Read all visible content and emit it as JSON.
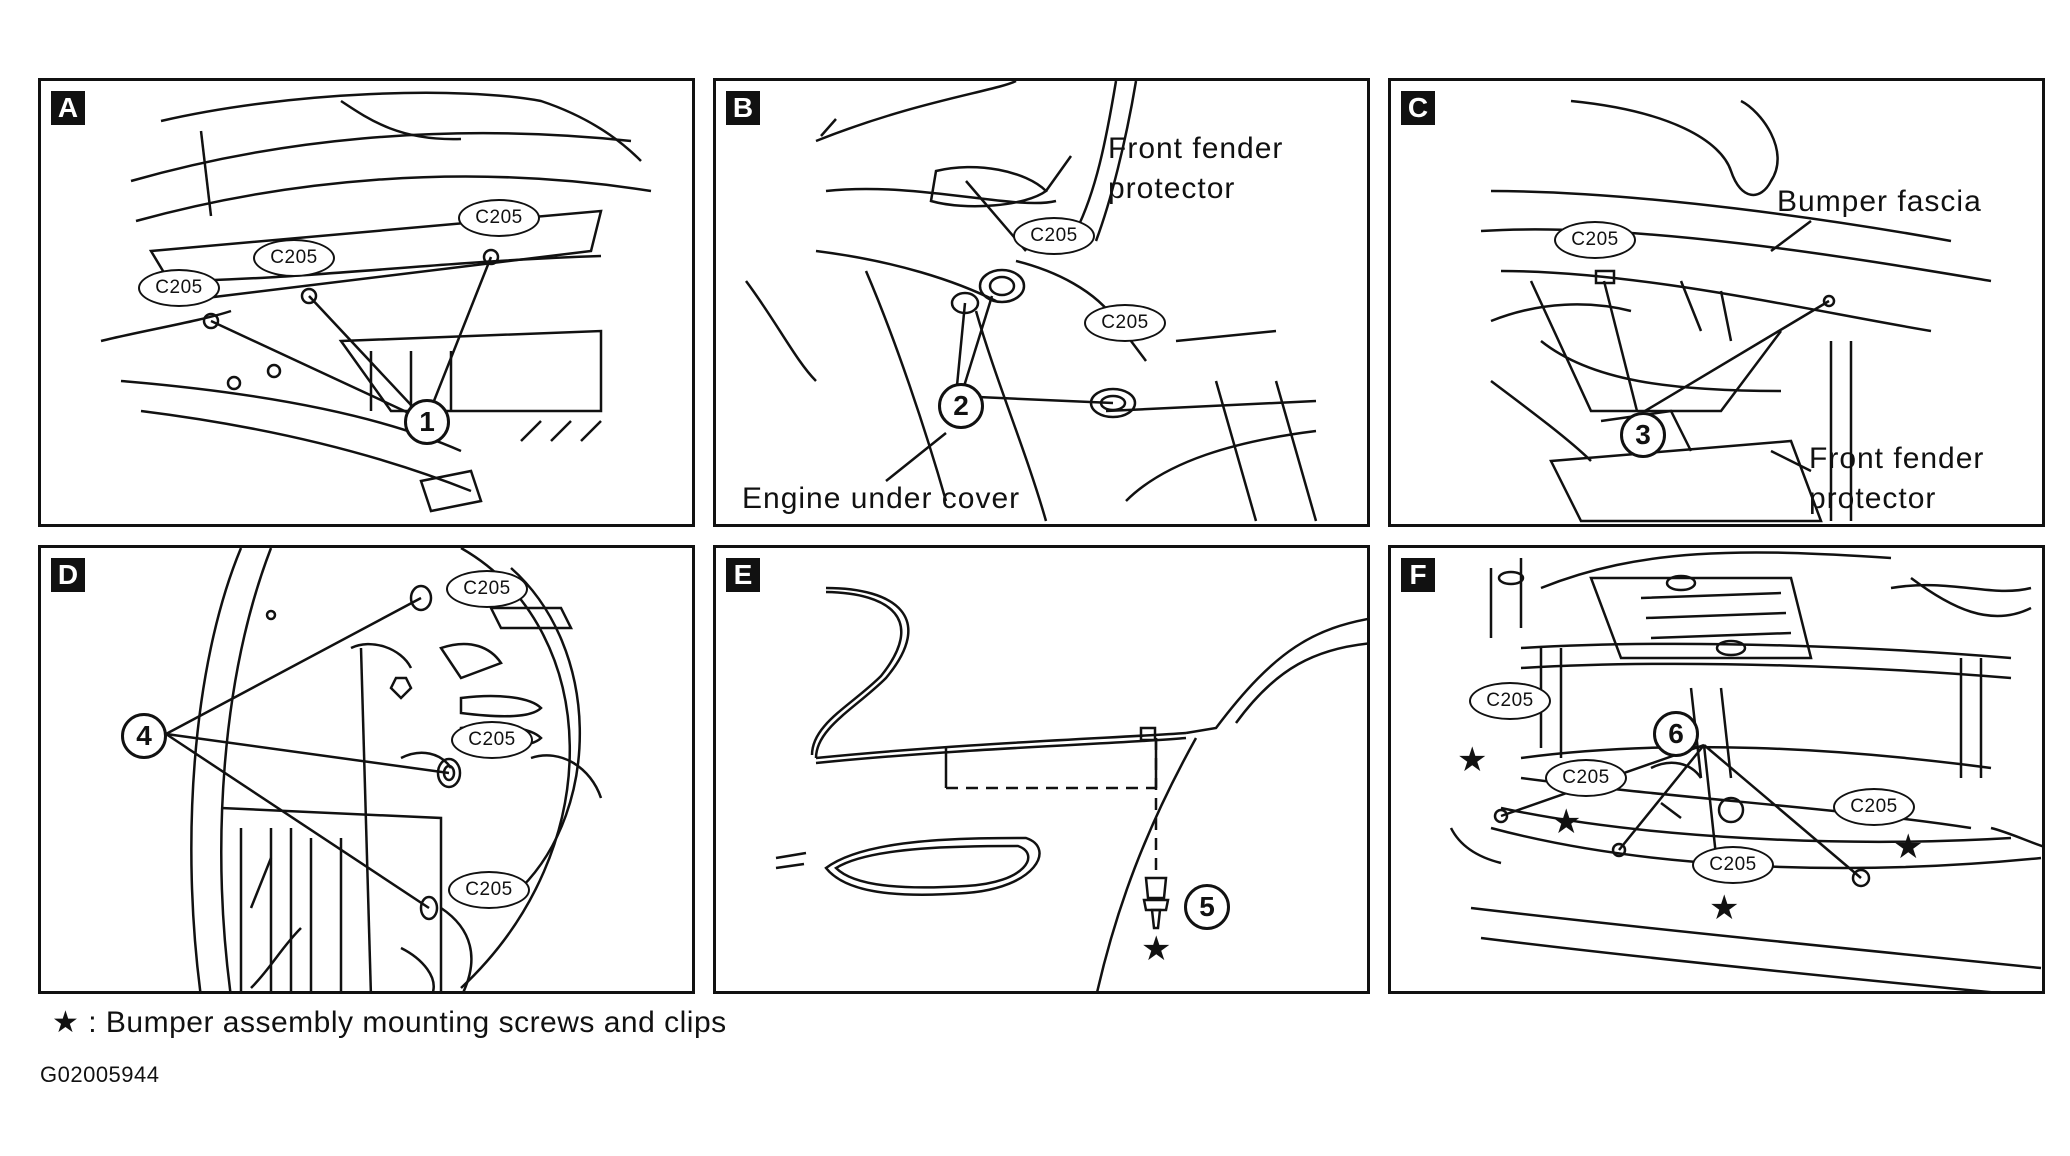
{
  "panels": {
    "a": {
      "letter": "A",
      "connectors": [
        "C205",
        "C205",
        "C205"
      ],
      "callout": "1"
    },
    "b": {
      "letter": "B",
      "connectors": [
        "C205",
        "C205"
      ],
      "callout": "2",
      "label_fender_line1": "Front fender",
      "label_fender_line2": "protector",
      "label_engine": "Engine under cover"
    },
    "c": {
      "letter": "C",
      "connectors": [
        "C205"
      ],
      "callout": "3",
      "label_bumper": "Bumper fascia",
      "label_fender_line1": "Front fender",
      "label_fender_line2": "protector"
    },
    "d": {
      "letter": "D",
      "connectors": [
        "C205",
        "C205",
        "C205"
      ],
      "callout": "4"
    },
    "e": {
      "letter": "E",
      "callout": "5",
      "star": "★"
    },
    "f": {
      "letter": "F",
      "connectors": [
        "C205",
        "C205",
        "C205",
        "C205"
      ],
      "callout": "6",
      "star": "★"
    }
  },
  "legend": {
    "text": "★ : Bumper assembly mounting screws and clips"
  },
  "figure_id": "G02005944"
}
